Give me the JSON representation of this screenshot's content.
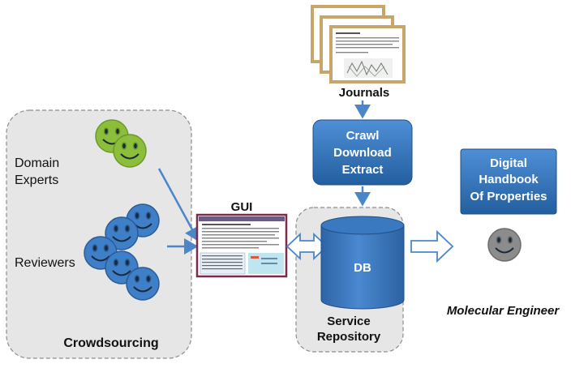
{
  "crowdsourcing": {
    "domain_experts_line1": "Domain",
    "domain_experts_line2": "Experts",
    "reviewers": "Reviewers",
    "title": "Crowdsourcing"
  },
  "gui": {
    "label": "GUI"
  },
  "journals": {
    "label": "Journals"
  },
  "crawl_box": {
    "line1": "Crawl",
    "line2": "Download",
    "line3": "Extract"
  },
  "repository": {
    "db": "DB",
    "line1": "Service",
    "line2": "Repository"
  },
  "handbook": {
    "line1": "Digital",
    "line2": "Handbook",
    "line3": "Of Properties"
  },
  "engineer": {
    "label": "Molecular Engineer"
  },
  "colors": {
    "panel": "#e6e6e6",
    "panel_border": "#8c8c8c",
    "blue_box": "#2f6fb2",
    "green_face": "#8cbe3c",
    "blue_face": "#3f7fc8",
    "grey_face": "#8c8c8c",
    "arrow": "#4a86c8"
  }
}
